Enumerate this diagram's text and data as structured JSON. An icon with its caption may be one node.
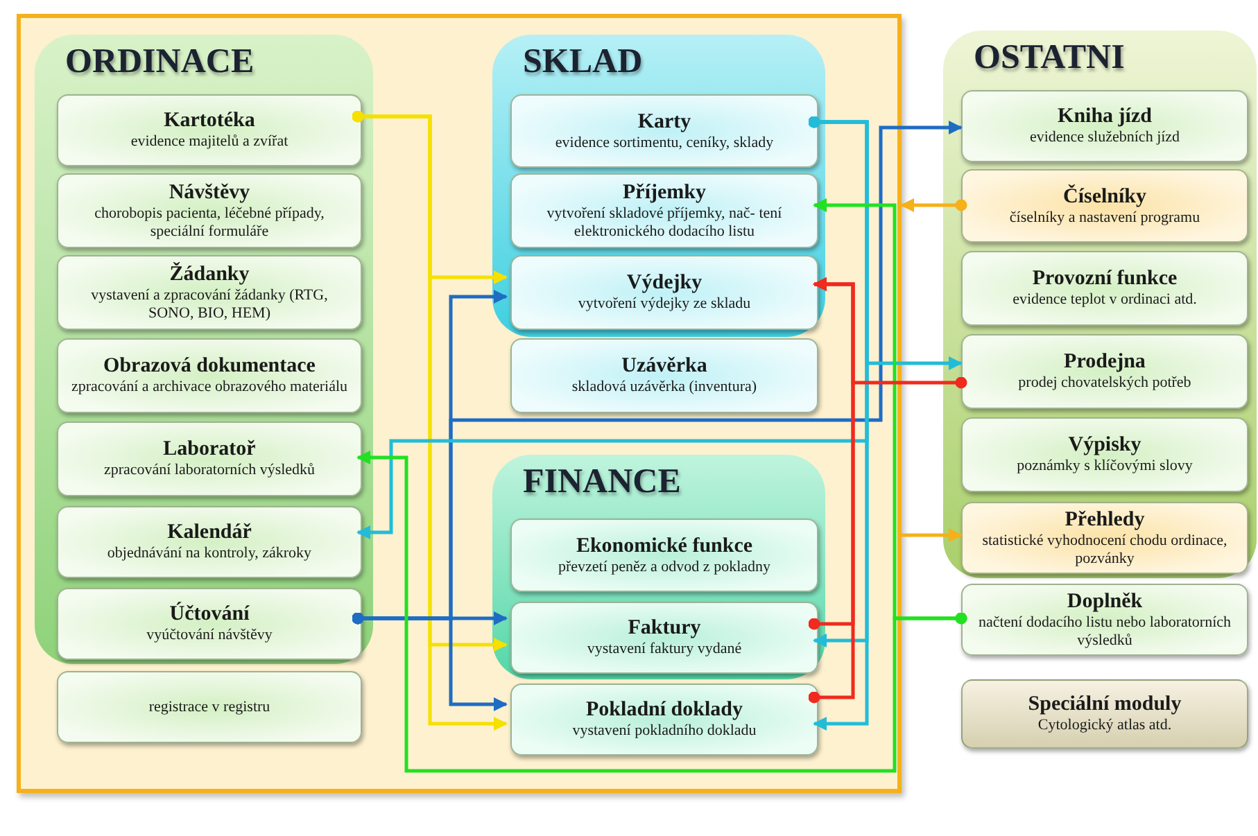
{
  "diagram": {
    "nodes": [
      {
        "text": [],
        "shape": "box"
      },
      {
        "text": [
          "ORDINACE"
        ],
        "in": 0
      },
      {
        "text": [
          "Kartotéka",
          "evidence majitelů a zvířat"
        ],
        "in": 1
      },
      {
        "text": [
          "Návštěvy",
          "chorobopis pacienta, léčebné případy, speciální formuláře"
        ],
        "in": 1
      },
      {
        "text": [
          "Žádanky",
          "vystavení a zpracování žádanky (RTG, SONO, BIO, HEM)"
        ],
        "in": 1
      },
      {
        "text": [
          "Obrazová dokumentace",
          "zpracování a archivace obrazového materiálu"
        ],
        "in": 1
      },
      {
        "text": [
          "Laboratoř",
          "zpracování laboratorních výsledků"
        ],
        "in": 1
      },
      {
        "text": [
          "Kalendář",
          "objednávání na kontroly, zákroky"
        ],
        "in": 1
      },
      {
        "text": [
          "Účtování",
          "vyúčtování návštěvy"
        ],
        "in": 1
      },
      {
        "text": [
          "registrace v registru"
        ],
        "in": 0
      },
      {
        "text": [
          "SKLAD"
        ],
        "in": 0
      },
      {
        "text": [
          "Karty",
          "evidence sortimentu, ceníky, sklady"
        ],
        "in": 10
      },
      {
        "text": [
          "Příjemky",
          "vytvoření skladové příjemky, nač- tení elektronického dodacího listu"
        ],
        "in": 10
      },
      {
        "text": [
          "Výdejky",
          "vytvoření výdejky ze skladu"
        ],
        "in": 10
      },
      {
        "text": [
          "Uzávěrka",
          "skladová uzávěrka (inventura)"
        ],
        "in": 0
      },
      {
        "text": [
          "FINANCE"
        ],
        "in": 0
      },
      {
        "text": [
          "Ekonomické funkce",
          "převzetí peněz a odvod z pokladny"
        ],
        "in": 15
      },
      {
        "text": [
          "Faktury",
          "vystavení faktury vydané"
        ],
        "in": 15
      },
      {
        "text": [
          "Pokladní doklady",
          "vystavení pokladního dokladu"
        ],
        "in": 0
      },
      {
        "text": [
          "OSTATNI"
        ]
      },
      {
        "text": [
          "Kniha jízd",
          "evidence služebních jízd"
        ],
        "in": 19
      },
      {
        "text": [
          "Číselníky",
          "číselníky a nastavení programu"
        ],
        "in": 19
      },
      {
        "text": [
          "Provozní funkce",
          "evidence teplot v ordinaci atd."
        ],
        "in": 19
      },
      {
        "text": [
          "Prodejna",
          "prodej chovatelských potřeb"
        ],
        "in": 19
      },
      {
        "text": [
          "Výpisky",
          "poznámky s klíčovými slovy"
        ],
        "in": 19
      },
      {
        "text": [
          "Přehledy",
          "statistické vyhodnocení chodu ordinace, pozvánky"
        ],
        "in": 19
      },
      {
        "text": [
          "Doplněk",
          "načtení dodacího listu nebo laboratorních výsledků"
        ]
      },
      {
        "text": [
          "Speciální moduly",
          "Cytologický atlas atd."
        ]
      }
    ],
    "edges": [
      {
        "from": 2,
        "to": 13,
        "arrow": "to",
        "color": "#f5e000"
      },
      {
        "from": 2,
        "to": 17,
        "arrow": "to",
        "color": "#f5e000"
      },
      {
        "from": 2,
        "to": 18,
        "arrow": "to",
        "color": "#f5e000"
      },
      {
        "from": 8,
        "to": 13,
        "arrow": "to",
        "color": "#1f6cc4"
      },
      {
        "from": 8,
        "to": 17,
        "arrow": "to",
        "color": "#1f6cc4"
      },
      {
        "from": 8,
        "to": 18,
        "arrow": "to",
        "color": "#1f6cc4"
      },
      {
        "from": 8,
        "to": 20,
        "arrow": "to",
        "color": "#1f6cc4"
      },
      {
        "from": 11,
        "to": 7,
        "arrow": "to",
        "color": "#22bcd8"
      },
      {
        "from": 11,
        "to": 23,
        "arrow": "to",
        "color": "#22bcd8"
      },
      {
        "from": 11,
        "to": 17,
        "arrow": "to",
        "color": "#22bcd8"
      },
      {
        "from": 11,
        "to": 18,
        "arrow": "to",
        "color": "#22bcd8"
      },
      {
        "from": 26,
        "to": 12,
        "arrow": "to",
        "color": "#22e022"
      },
      {
        "from": 26,
        "to": 6,
        "arrow": "to",
        "color": "#22e022"
      },
      {
        "from": 17,
        "to": 13,
        "arrow": "to",
        "color": "#f02a1e"
      },
      {
        "from": 18,
        "to": 13,
        "arrow": "to",
        "color": "#f02a1e"
      },
      {
        "from": 23,
        "to": 13,
        "arrow": "to",
        "color": "#f02a1e"
      },
      {
        "from": 21,
        "to": 0,
        "arrow": "to",
        "color": "#f5b01a"
      },
      {
        "from": 0,
        "to": 25,
        "arrow": "to",
        "color": "#f5b01a"
      }
    ]
  }
}
